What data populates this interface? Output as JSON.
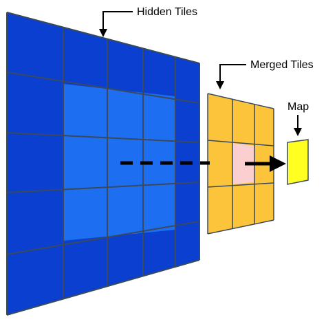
{
  "labels": {
    "hidden_tiles": "Hidden Tiles",
    "merged_tiles": "Merged Tiles",
    "map": "Map"
  },
  "colors": {
    "hidden_tile": "#0a3fd0",
    "hidden_tile_inner": "#1d6ef0",
    "grid_line": "#3a4a5a",
    "merged_tile": "#fcc43a",
    "merged_tile_center": "#fbcfcf",
    "map_tile": "#ffff22",
    "arrow": "#000000"
  }
}
